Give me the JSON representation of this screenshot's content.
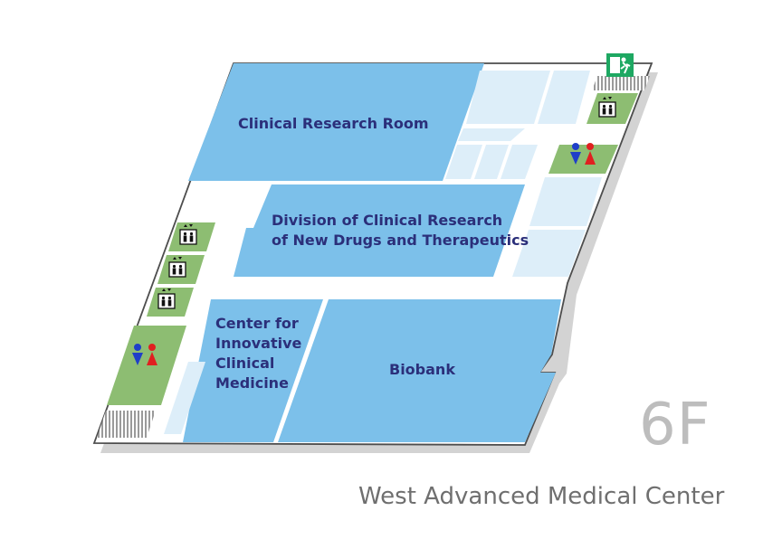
{
  "floor": {
    "number": "6F",
    "building": "West Advanced Medical Center"
  },
  "rooms": {
    "clinical_research_room": "Clinical Research Room",
    "division_line1": "Division of Clinical Research",
    "division_line2": "of New Drugs and Therapeutics",
    "center_line1": "Center for",
    "center_line2": "Innovative",
    "center_line3": "Clinical",
    "center_line4": "Medicine",
    "biobank": "Biobank"
  },
  "icons": {
    "elevator": "elevator-icon",
    "restroom": "restroom-icon",
    "emergency_exit": "emergency-exit-icon",
    "stairs": "stairs-icon"
  },
  "colors": {
    "room": "#7cc0ea",
    "light_room": "#ddeef9",
    "facility": "#8dbd72",
    "corridor": "#ffffff",
    "outline": "#4d4d4d",
    "shadow": "#d3d3d3",
    "exit": "#1ea862",
    "male": "#1f3fc9",
    "female": "#e02020"
  }
}
